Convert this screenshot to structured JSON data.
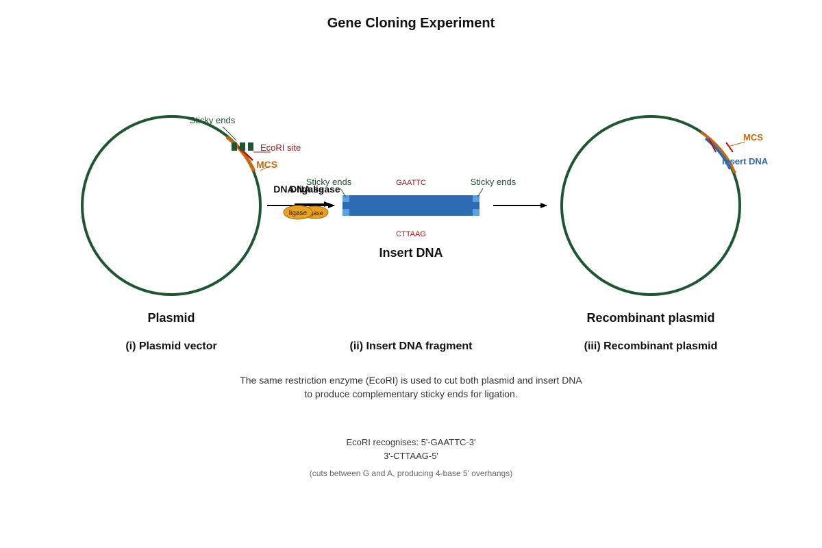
{
  "title": "Gene Cloning Experiment",
  "plasmid": {
    "sticky_ends_label": "Sticky ends",
    "ecori_label": "EcoRI site",
    "mcs_label": "MCS",
    "name": "Plasmid",
    "caption": "(i) Plasmid vector"
  },
  "ligase": {
    "label_a": "DNA ligase",
    "label_b": "DNA ligase",
    "blob_a": "ligase",
    "blob_b": "ligase"
  },
  "insert": {
    "sticky_left": "Sticky ends",
    "sticky_right": "Sticky ends",
    "top_seq": "GAATTC",
    "bottom_seq": "CTTAAG",
    "name": "Insert DNA",
    "caption": "(ii) Insert DNA fragment"
  },
  "recombinant": {
    "mcs_label": "MCS",
    "insert_label": "Insert DNA",
    "name": "Recombinant plasmid",
    "caption": "(iii) Recombinant plasmid"
  },
  "note": {
    "line1": "The same restriction enzyme (EcoRI) is used to cut both plasmid and insert DNA",
    "line2": "to produce complementary sticky ends for ligation."
  },
  "ecori": {
    "line1": "EcoRI recognises: 5'-GAATTC-3'",
    "line2": "3'-CTTAAG-5'",
    "line3": "(cuts between G and A, producing 4-base 5' overhangs)"
  },
  "colors": {
    "plasmid": "#1e5631",
    "mcs": "#c8690d",
    "ecori": "#b01010",
    "insert": "#2b6cb5",
    "insert_end": "#5a9ee6",
    "ligase": "#e8a020",
    "text": "#111111",
    "muted": "#444444",
    "faint": "#666666"
  }
}
